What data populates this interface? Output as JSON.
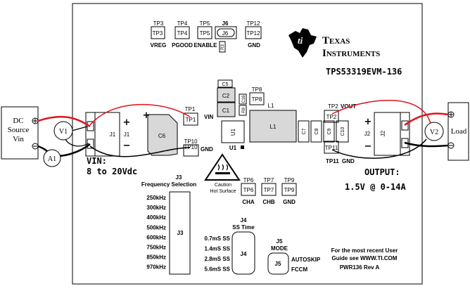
{
  "board": {
    "part_number": "TPS53319EVM-136",
    "company_line1": "Texas",
    "company_line2": "Instruments",
    "revision": "PWR136 Rev A",
    "recent_user_guide_line1": "For the most recent User",
    "recent_user_guide_line2": "Guide see WWW.TI.COM"
  },
  "testpoints": {
    "tp3": "TP3",
    "tp4": "TP4",
    "tp5": "TP5",
    "tp12": "TP12",
    "tp1": "TP1",
    "tp10": "TP10",
    "tp2": "TP2",
    "tp11": "TP11",
    "tp6": "TP6",
    "tp7": "TP7",
    "tp8": "TP8",
    "tp9": "TP9"
  },
  "signals": {
    "vreg": "VREG",
    "pgood": "PGOOD",
    "enable": "ENABLE",
    "gnd": "GND",
    "vin": "VIN",
    "vout": "VOUT",
    "cha": "CHA",
    "chb": "CHB"
  },
  "components": {
    "j6": "J6",
    "r3": "R3",
    "c5": "C5",
    "c2": "C2",
    "c1": "C1",
    "c16": "C16",
    "r8": "R8",
    "l1": "L1",
    "u1": "U1",
    "c6": "C6",
    "c7": "C7",
    "c8": "C8",
    "c9": "C9",
    "c10": "C10",
    "j1": "J1",
    "j2": "J2",
    "j3": "J3",
    "j4": "J4",
    "j5": "J5"
  },
  "input": {
    "label": "VIN:",
    "range": "8 to 20Vdc",
    "source_line1": "DC",
    "source_line2": "Source",
    "source_line3": "Vin",
    "v1": "V1",
    "a1": "A1",
    "plus": "+",
    "minus": "−"
  },
  "output": {
    "label": "OUTPUT:",
    "rating": "1.5V @ 0-14A",
    "load": "Load",
    "v2": "V2",
    "plus": "+",
    "minus": "−"
  },
  "caution": {
    "line1": "Caution",
    "line2": "Hot Surface"
  },
  "freq_selection": {
    "title_line1": "J3",
    "title_line2": "Frequency Selection",
    "options": [
      "250kHz",
      "300kHz",
      "400kHz",
      "500kHz",
      "600kHz",
      "750kHz",
      "850kHz",
      "970kHz"
    ]
  },
  "ss_time": {
    "title_line1": "J4",
    "title_line2": "SS Time",
    "options": [
      "0.7mS SS",
      "1.4mS SS",
      "2.8mS SS",
      "5.6mS SS"
    ]
  },
  "mode": {
    "title_line1": "J5",
    "title_line2": "MODE",
    "autoskip": "AUTOSKIP",
    "fccm": "FCCM"
  },
  "colors": {
    "wire_red": "#e0141e",
    "wire_black": "#000000",
    "component_gray": "#d4d4d4"
  }
}
